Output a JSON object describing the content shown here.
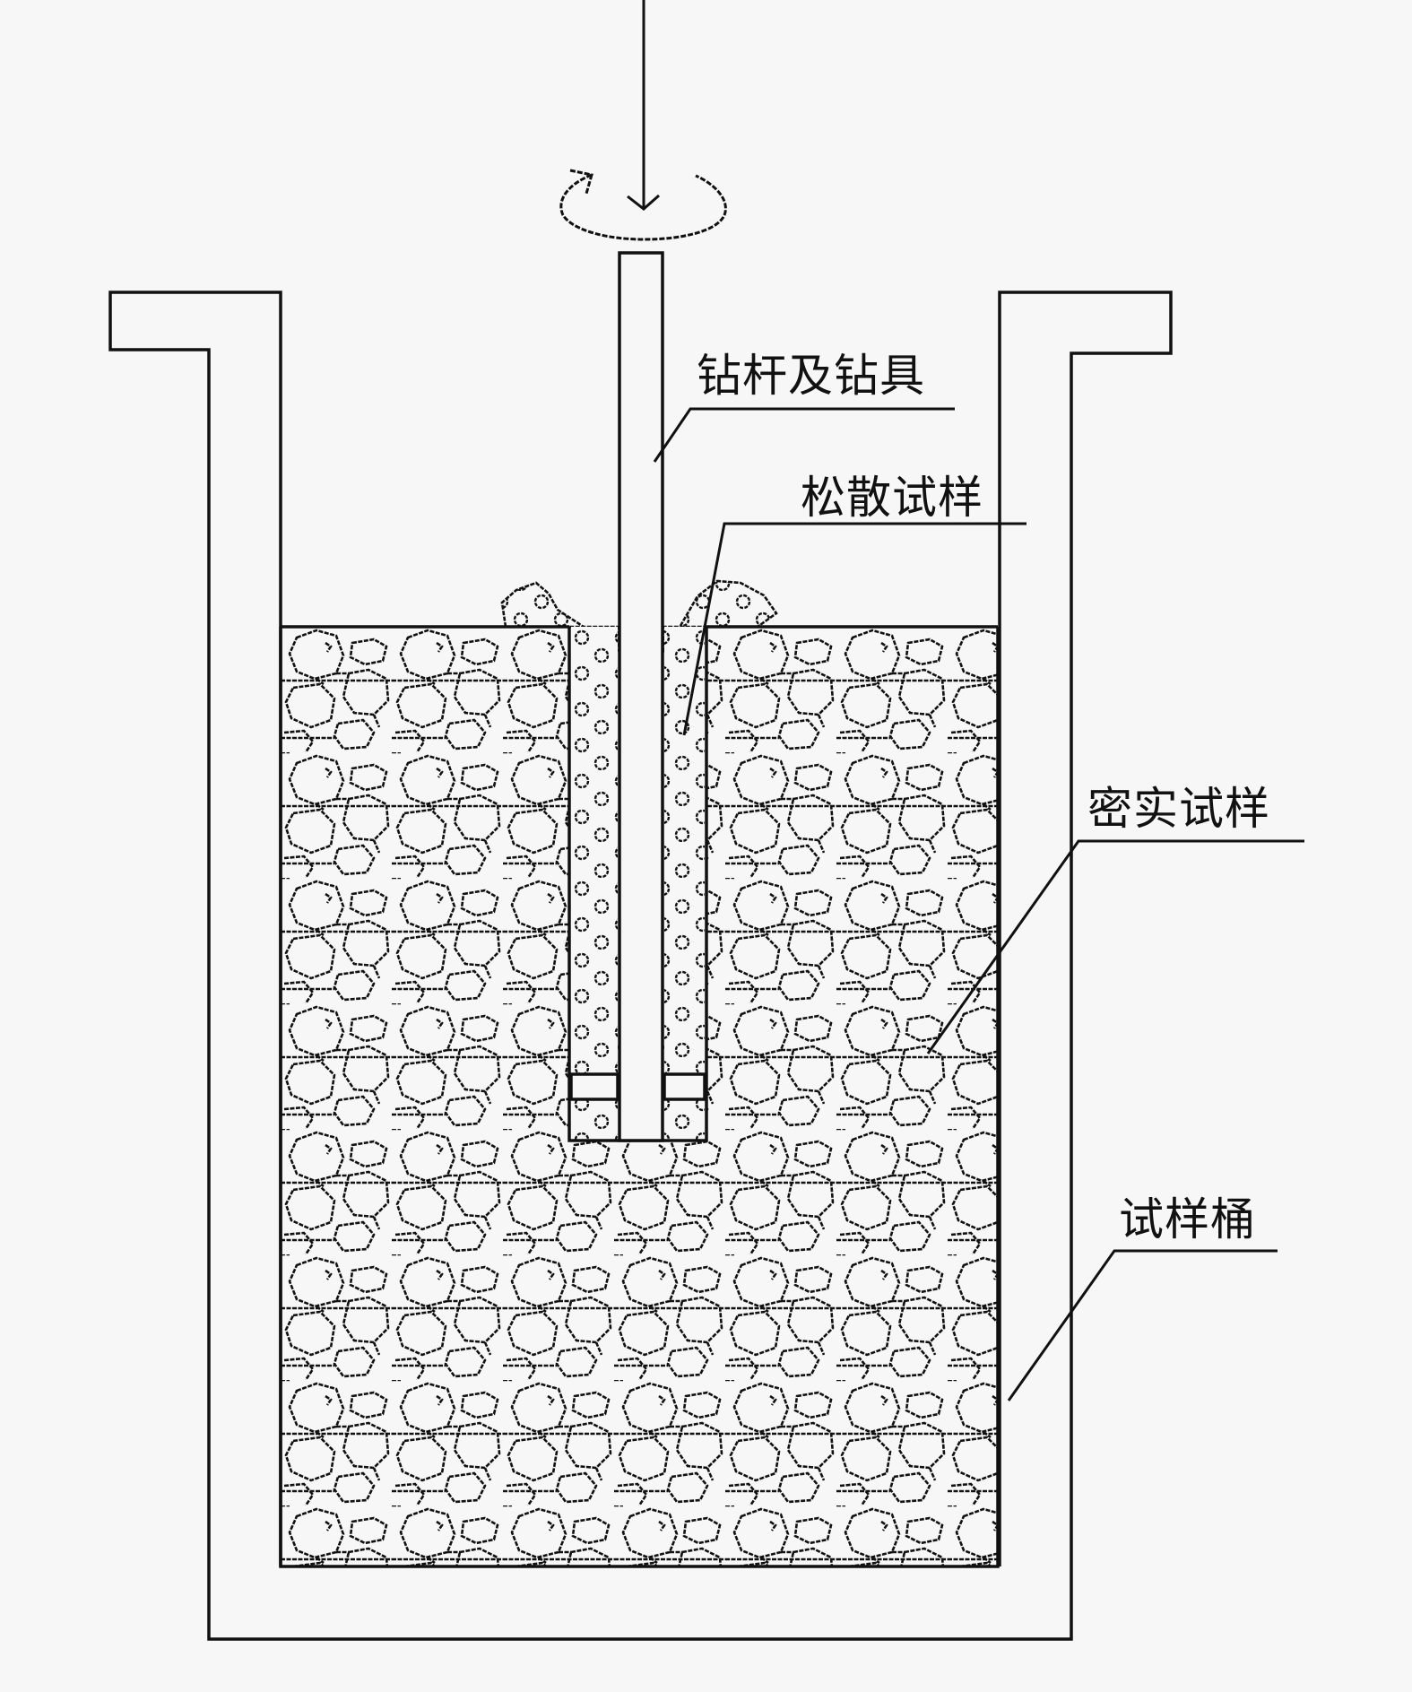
{
  "diagram": {
    "title": "钻取试样示意图",
    "labels": [
      {
        "id": "drill-rod",
        "text": "钻杆及钻具"
      },
      {
        "id": "loose-sample",
        "text": "松散试样"
      },
      {
        "id": "dense-sample",
        "text": "密实试样"
      },
      {
        "id": "sample-bucket",
        "text": "试样桶"
      }
    ],
    "indicators": {
      "downward_force": "arrow-down",
      "rotation": "rotation-arrow"
    },
    "colors": {
      "background": "#f7f7f7",
      "line": "#111111"
    }
  }
}
